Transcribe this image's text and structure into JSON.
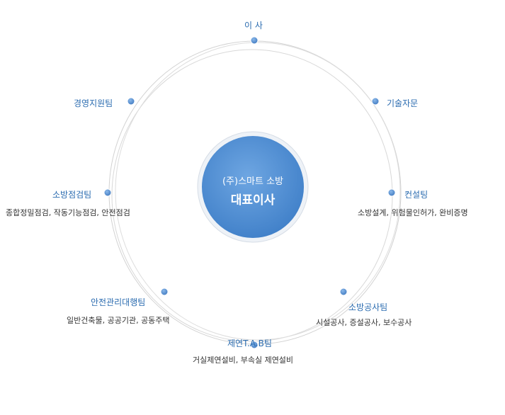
{
  "center": {
    "company": "(주)스마트 소방",
    "title": "대표이사"
  },
  "nodes": [
    {
      "id": "director",
      "label": "이 사",
      "desc": ""
    },
    {
      "id": "advisory",
      "label": "기술자문",
      "desc": ""
    },
    {
      "id": "consulting",
      "label": "컨설팅",
      "desc": "소방설계, 위험물인허가, 완비증명"
    },
    {
      "id": "construction",
      "label": "소방공사팀",
      "desc": "시설공사, 증설공사, 보수공사"
    },
    {
      "id": "smoke-tab",
      "label": "제연T.A.B팀",
      "desc": "거실제연설비, 부속실 제연설비"
    },
    {
      "id": "safety-agency",
      "label": "안전관리대행팀",
      "desc": "일반건축물, 공공기관, 공동주택"
    },
    {
      "id": "inspection",
      "label": "소방점검팀",
      "desc": "종합정밀점검, 작동기능점검, 안전점검"
    },
    {
      "id": "management",
      "label": "경영지원팀",
      "desc": ""
    }
  ],
  "colors": {
    "label": "#2b6cb0",
    "desc": "#333333",
    "center_fill": "#5b95d6",
    "center_ring": "#e6ecf3",
    "dot": "#5b8fd0",
    "orbit": "#cfcfcf"
  }
}
